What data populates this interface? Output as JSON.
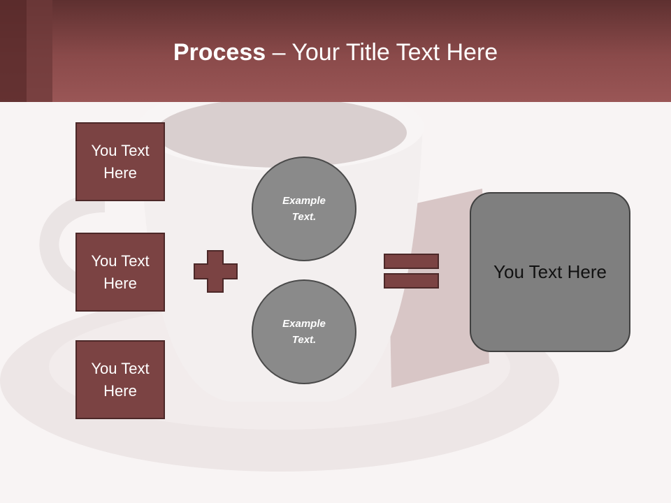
{
  "header": {
    "title_bold": "Process",
    "title_rest": " – Your Title Text Here"
  },
  "inputs": [
    {
      "label": "You Text\nHere"
    },
    {
      "label": "You Text\nHere"
    },
    {
      "label": "You Text\nHere"
    }
  ],
  "examples": [
    {
      "label": "Example\nText."
    },
    {
      "label": "Example\nText."
    }
  ],
  "result": {
    "label": "You Text Here"
  },
  "colors": {
    "header": "#8a4a4a",
    "box_fill": "#7b4343",
    "circle_fill": "#8a8a8a",
    "result_fill": "#7f7f7f"
  },
  "icons": {
    "plus": "plus-icon",
    "equals": "equals-icon",
    "background": "coffee-cup-background"
  }
}
